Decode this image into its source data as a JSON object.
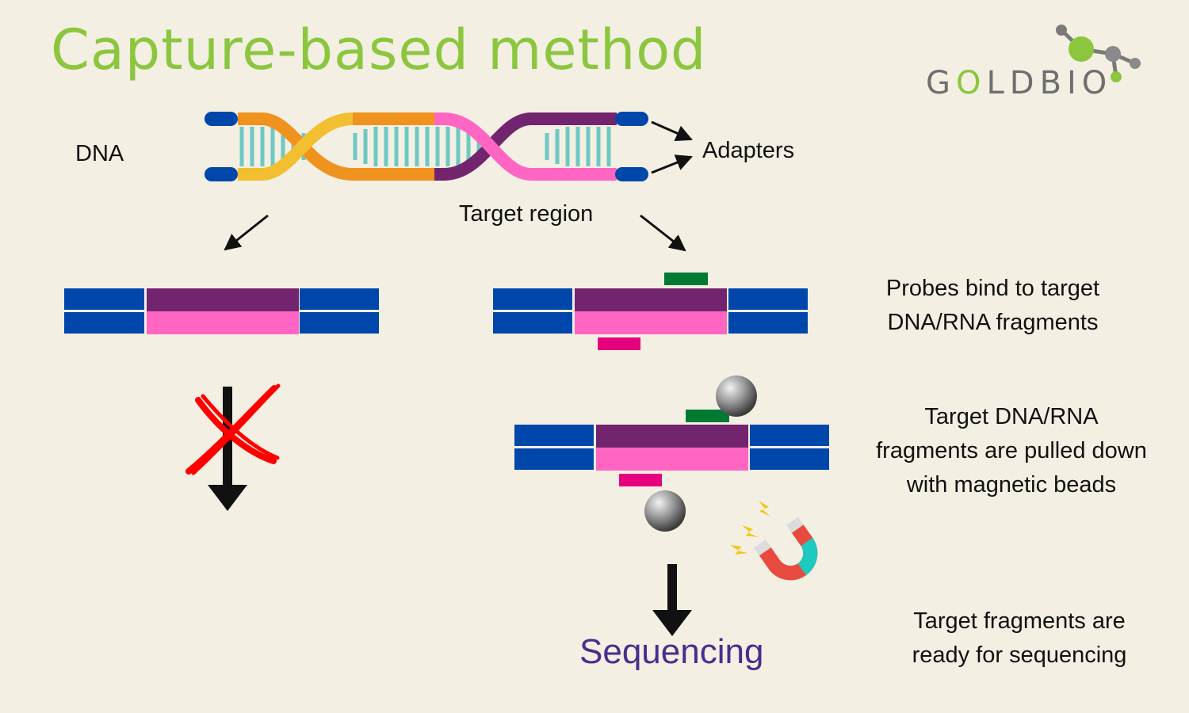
{
  "title": "Capture-based method",
  "logo": {
    "prefix": "G",
    "highlight": "O",
    "suffix": "LDBIO",
    "registered": "®"
  },
  "labels": {
    "dna": "DNA",
    "adapters": "Adapters",
    "target_region": "Target region",
    "sequencing": "Sequencing"
  },
  "steps": {
    "probes_line1": "Probes bind to target",
    "probes_line2": "DNA/RNA fragments",
    "pulldown_line1": "Target DNA/RNA",
    "pulldown_line2": "fragments are pulled down",
    "pulldown_line3": "with magnetic beads",
    "ready_line1": "Target fragments are",
    "ready_line2": "ready for sequencing"
  },
  "colors": {
    "title_green": "#8cc63f",
    "adapter_blue": "#0047ab",
    "target_purple": "#72256e",
    "target_pink": "#ff66c4",
    "probe_green": "#007a33",
    "probe_magenta": "#e6007e",
    "strand_yellow": "#f2bf31",
    "strand_orange": "#f0931e",
    "rung_teal": "#6ec8c3",
    "sequencing_purple": "#4a2d8e",
    "reject_red": "#ff0000"
  }
}
